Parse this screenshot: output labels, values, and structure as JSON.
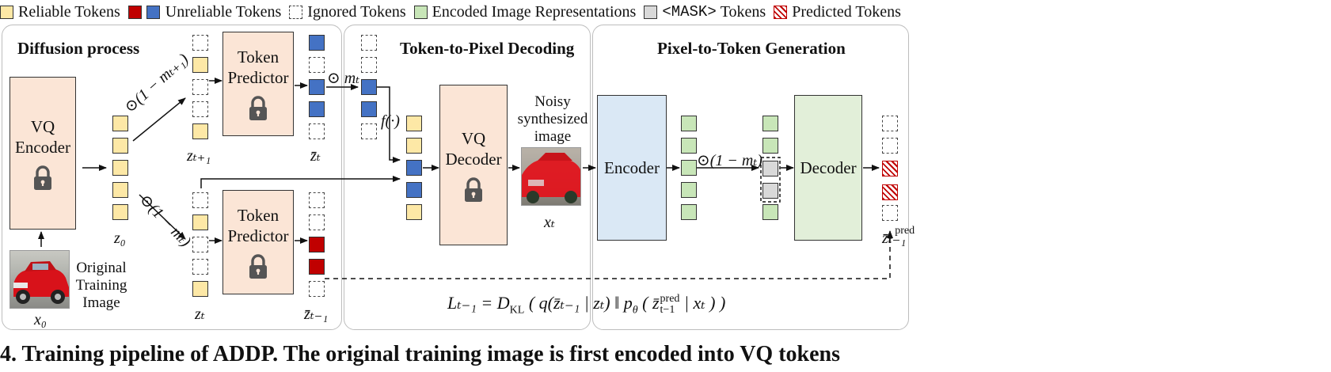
{
  "legend": {
    "reliable": "Reliable Tokens",
    "unreliable": "Unreliable Tokens",
    "ignored": "Ignored Tokens",
    "encoded": "Encoded Image Representations",
    "mask": "<MASK>",
    "mask_suffix": "Tokens",
    "predicted": "Predicted Tokens"
  },
  "panels": {
    "diffusion": "Diffusion process",
    "token_to_pixel": "Token-to-Pixel Decoding",
    "pixel_to_token": "Pixel-to-Token Generation"
  },
  "boxes": {
    "vq_encoder": [
      "VQ",
      "Encoder"
    ],
    "token_predictor": [
      "Token",
      "Predictor"
    ],
    "vq_decoder": [
      "VQ",
      "Decoder"
    ],
    "encoder": "Encoder",
    "decoder": "Decoder"
  },
  "labels": {
    "x0": "x₀",
    "z0": "z₀",
    "zt1": "zₜ₊₁",
    "zt": "zₜ",
    "zbar_t": "z̄ₜ",
    "zbar_t1": "z̄ₜ₋₁",
    "xt": "xₜ",
    "zpred": "z̄ₜ₋₁",
    "zpred_sup": "pred",
    "op_top": "⊙(1 − mₜ₊₁)",
    "op_bottom": "⊙(1 − mₜ)",
    "op_mt": "⊙ mₜ",
    "f": "f(·)",
    "op_mask": "⊙(1 − mₜ)"
  },
  "captions": {
    "original": [
      "Original",
      "Training",
      "Image"
    ],
    "noisy": [
      "Noisy",
      "synthesized",
      "image"
    ]
  },
  "formula": "Lₜ₋₁ = D_KL ( q(z̄ₜ₋₁ | zₜ) ‖ p_θ ( z̄ₜ₋₁^pred | xₜ ) )",
  "formula_parts": {
    "lhs": "Lₜ₋₁ = D",
    "kl": "KL",
    "open": " ( q(z̄ₜ₋₁ | zₜ) ‖ p",
    "theta": "θ",
    "mid": " ( z̄",
    "sub": "t−1",
    "sup": "pred",
    "close": " | xₜ ) )"
  },
  "caption_below": "4. Training pipeline of ADDP. The original training image is first encoded into VQ tokens",
  "colors": {
    "reliable": "#fde8a6",
    "unreliable_red": "#c00000",
    "unreliable_blue": "#4472c4",
    "encoded": "#c8e6b8",
    "mask": "#d9d9d9",
    "vq_box": "#fbe5d6",
    "encoder_box": "#dae8f5",
    "decoder_box": "#e2efd9"
  }
}
